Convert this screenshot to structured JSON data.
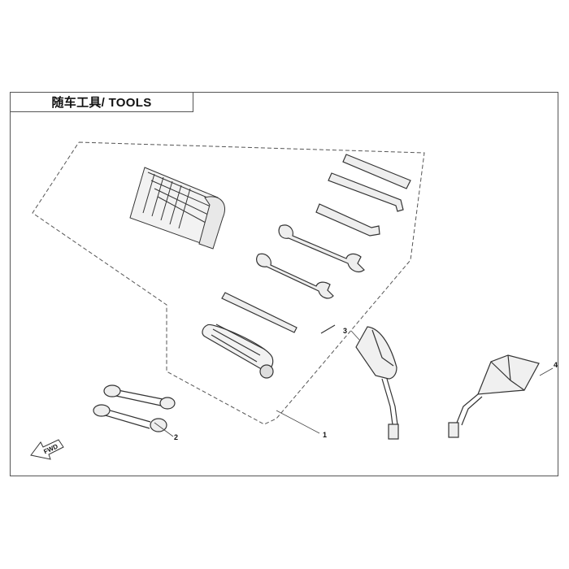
{
  "title": "随车工具/ TOOLS",
  "callouts": [
    "1",
    "2",
    "3",
    "4"
  ],
  "fwd_label": "FWD"
}
